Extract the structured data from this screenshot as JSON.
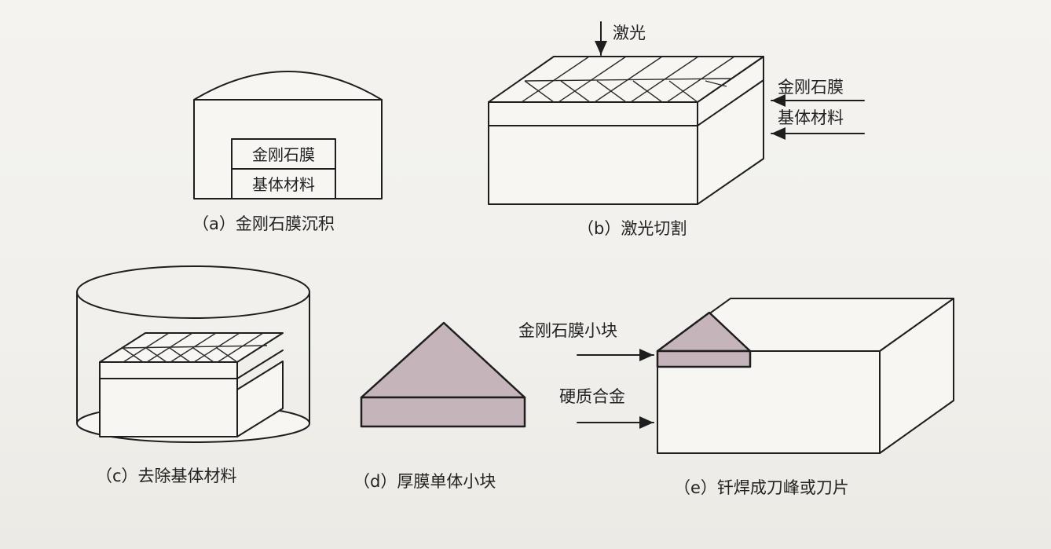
{
  "diagram": {
    "labels": {
      "film_a": "金刚石膜",
      "substrate_a": "基体材料",
      "laser": "激光",
      "film_b": "金刚石膜",
      "substrate_b": "基体材料",
      "film_chip": "金刚石膜小块",
      "carbide": "硬质合金"
    },
    "captions": {
      "a": "（a）金刚石膜沉积",
      "b": "（b）激光切割",
      "c": "（c）去除基体材料",
      "d": "（d）厚膜单体小块",
      "e": "（e）钎焊成刀峰或刀片"
    },
    "colors": {
      "film_fill": "#c6b4bb",
      "line": "#1e1e1e"
    }
  }
}
